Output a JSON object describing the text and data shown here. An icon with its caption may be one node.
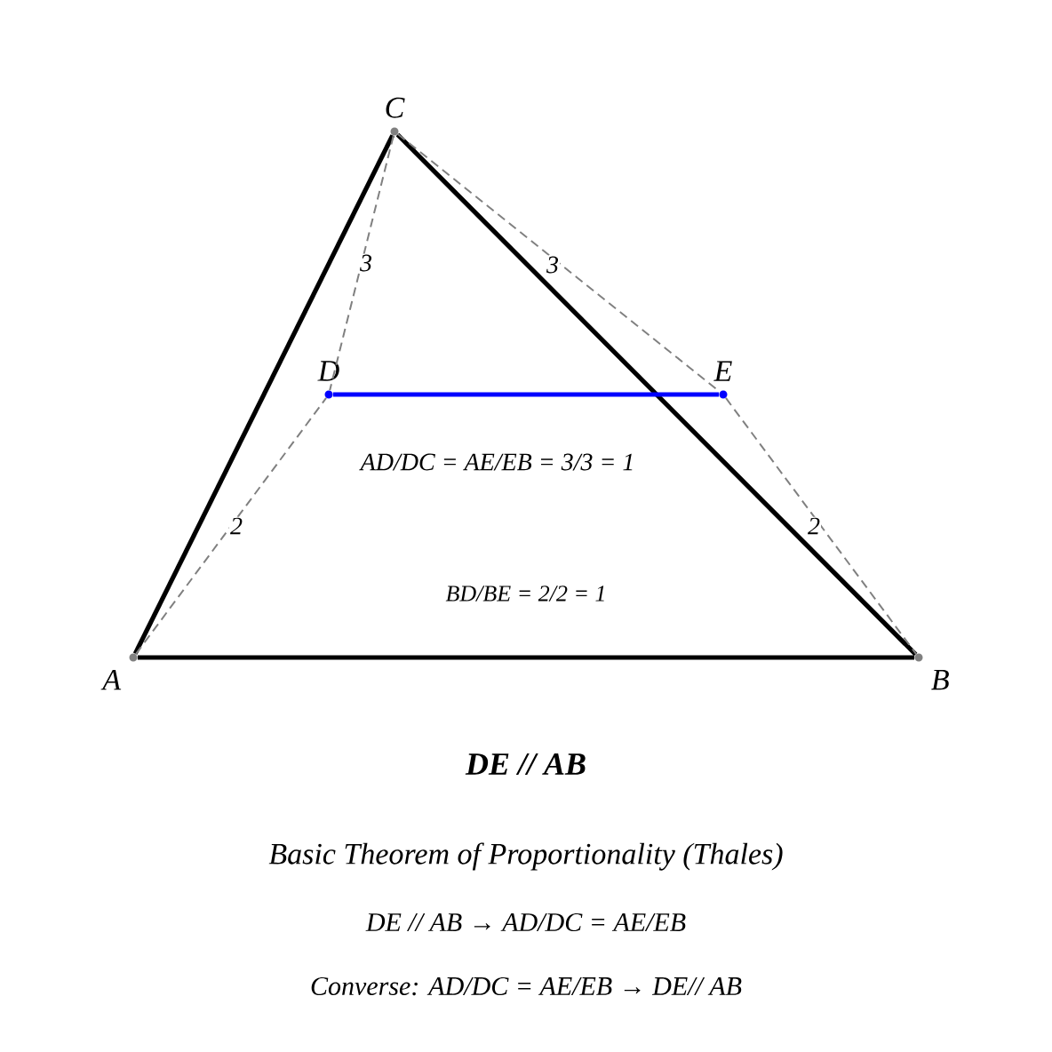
{
  "diagram": {
    "nodes": [
      {
        "text": [
          "C"
        ]
      },
      {
        "text": [
          "D"
        ]
      },
      {
        "text": [
          "E"
        ]
      },
      {
        "text": [
          "A"
        ]
      },
      {
        "text": [
          "B"
        ]
      }
    ],
    "edges": [
      {
        "from": 3,
        "to": 4,
        "arrow": "none",
        "style": "thick",
        "color": "#000000"
      },
      {
        "from": 3,
        "to": 0,
        "arrow": "none",
        "style": "thick",
        "color": "#000000"
      },
      {
        "from": 0,
        "to": 4,
        "arrow": "none",
        "style": "thick",
        "color": "#000000"
      },
      {
        "from": 1,
        "to": 2,
        "arrow": "none",
        "style": "thick",
        "color": "#0000ff"
      },
      {
        "from": 0,
        "to": 1,
        "arrow": "none",
        "label": "3",
        "style": "dashed",
        "color": "#808080"
      },
      {
        "from": 0,
        "to": 2,
        "arrow": "none",
        "label": "3",
        "style": "dashed",
        "color": "#808080"
      },
      {
        "from": 3,
        "to": 1,
        "arrow": "none",
        "label": "2",
        "style": "dashed",
        "color": "#808080"
      },
      {
        "from": 2,
        "to": 4,
        "arrow": "none",
        "label": "2",
        "style": "dashed",
        "color": "#808080"
      }
    ],
    "labels": [
      "AD/DC = AE/EB = 3/3 = 1",
      "BD/BE = 2/2 = 1",
      "DE // AB",
      "Basic Theorem of Proportionality (Thales)",
      "DE // AB → AD/DC = AE/EB",
      "Converse: AD/DC = AE/EB → DE// AB"
    ]
  }
}
